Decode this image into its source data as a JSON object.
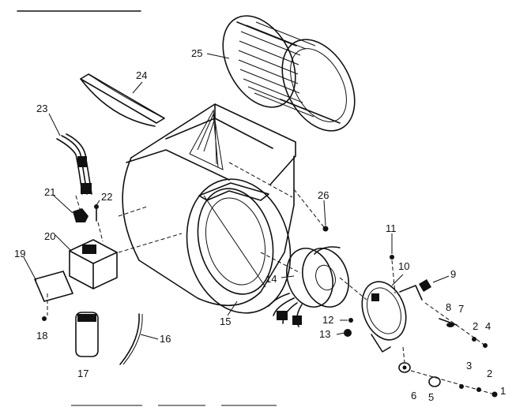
{
  "diagram": {
    "colors": {
      "ink": "#111111",
      "background": "#ffffff"
    },
    "callouts": [
      {
        "id": "p1",
        "label": "1"
      },
      {
        "id": "p2a",
        "label": "2"
      },
      {
        "id": "p2b",
        "label": "2"
      },
      {
        "id": "p3",
        "label": "3"
      },
      {
        "id": "p4",
        "label": "4"
      },
      {
        "id": "p5",
        "label": "5"
      },
      {
        "id": "p6",
        "label": "6"
      },
      {
        "id": "p7",
        "label": "7"
      },
      {
        "id": "p8",
        "label": "8"
      },
      {
        "id": "p9",
        "label": "9"
      },
      {
        "id": "p10",
        "label": "10"
      },
      {
        "id": "p11",
        "label": "11"
      },
      {
        "id": "p12",
        "label": "12"
      },
      {
        "id": "p13",
        "label": "13"
      },
      {
        "id": "p14",
        "label": "14"
      },
      {
        "id": "p15",
        "label": "15"
      },
      {
        "id": "p16",
        "label": "16"
      },
      {
        "id": "p17",
        "label": "17"
      },
      {
        "id": "p18",
        "label": "18"
      },
      {
        "id": "p19",
        "label": "19"
      },
      {
        "id": "p20",
        "label": "20"
      },
      {
        "id": "p21",
        "label": "21"
      },
      {
        "id": "p22",
        "label": "22"
      },
      {
        "id": "p23",
        "label": "23"
      },
      {
        "id": "p24",
        "label": "24"
      },
      {
        "id": "p25",
        "label": "25"
      },
      {
        "id": "p26",
        "label": "26"
      }
    ]
  }
}
